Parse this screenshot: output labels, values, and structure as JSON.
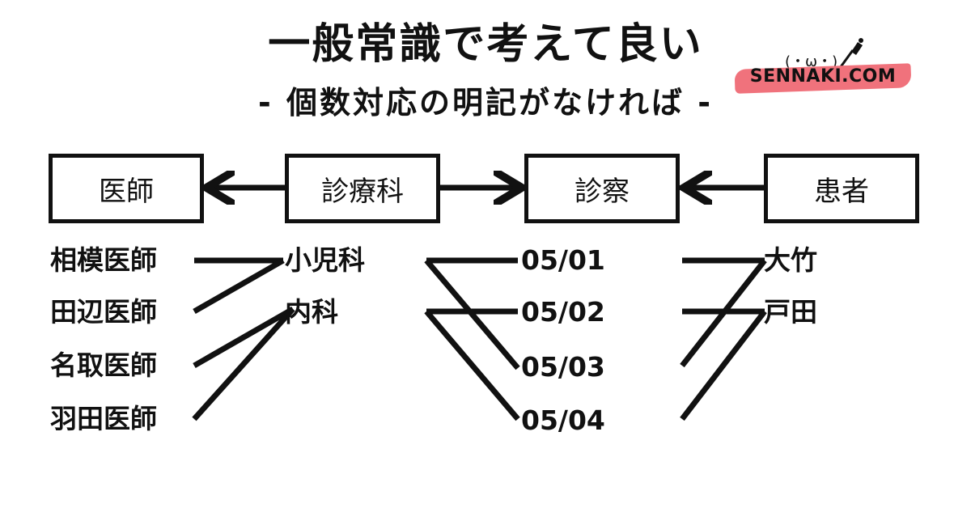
{
  "title": "一般常識で考えて良い",
  "subtitle": "- 個数対応の明記がなければ -",
  "brand": {
    "name": "SENNAKI.COM",
    "face": "(・ω・)",
    "accent_color": "#f0727c"
  },
  "entities": {
    "doctor": "医師",
    "department": "診療科",
    "examination": "診察",
    "patient": "患者"
  },
  "doctors": [
    "相模医師",
    "田辺医師",
    "名取医師",
    "羽田医師"
  ],
  "departments": [
    "小児科",
    "内科"
  ],
  "dates": [
    "05/01",
    "05/02",
    "05/03",
    "05/04"
  ],
  "patients": [
    "大竹",
    "戸田"
  ]
}
